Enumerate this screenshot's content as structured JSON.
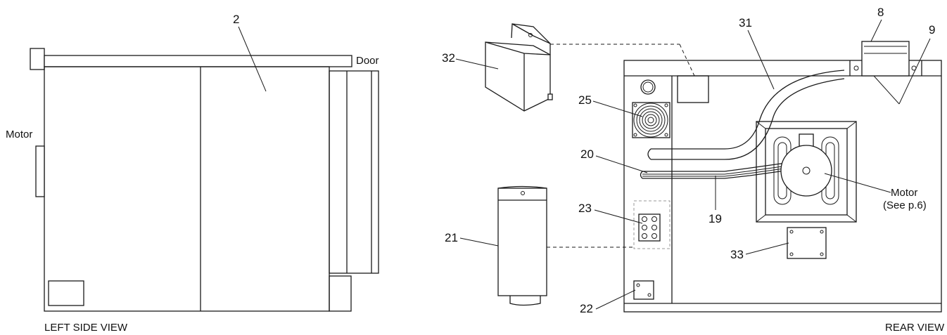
{
  "views": {
    "left_side": "LEFT SIDE VIEW",
    "rear": "REAR VIEW"
  },
  "labels": {
    "door": "Door",
    "motor_left": "Motor",
    "motor_rear_line1": "Motor",
    "motor_rear_line2": "(See p.6)"
  },
  "callouts": {
    "c2": "2",
    "c8": "8",
    "c9": "9",
    "c19": "19",
    "c20": "20",
    "c21": "21",
    "c22": "22",
    "c23": "23",
    "c25": "25",
    "c31": "31",
    "c32": "32",
    "c33": "33"
  }
}
